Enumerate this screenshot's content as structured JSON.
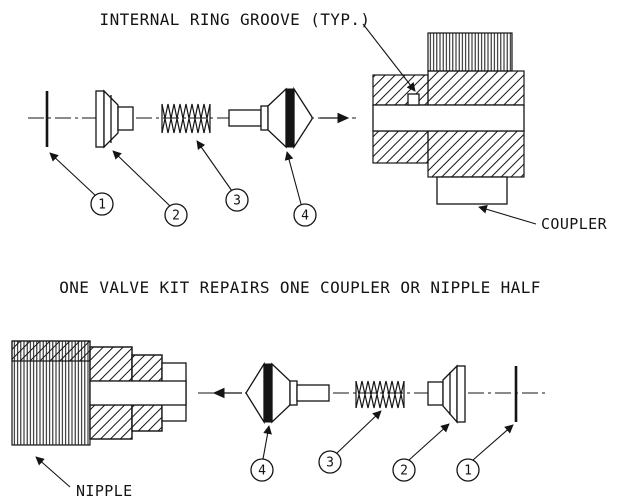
{
  "figure": {
    "internal_ring_groove_note": "INTERNAL RING GROOVE (TYP.)",
    "kit_note": "ONE VALVE KIT REPAIRS ONE COUPLER OR NIPPLE HALF",
    "coupler_label": "COUPLER",
    "nipple_label": "NIPPLE",
    "callouts_top": [
      "1",
      "2",
      "3",
      "4"
    ],
    "callouts_bottom": [
      "4",
      "3",
      "2",
      "1"
    ],
    "colors": {
      "ink": "#141414",
      "background": "#ffffff"
    }
  }
}
